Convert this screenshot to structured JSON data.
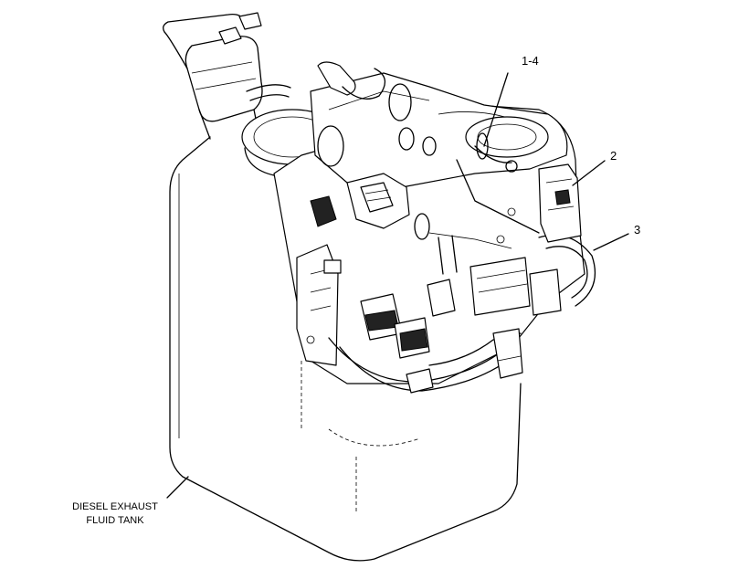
{
  "callouts": [
    {
      "id": "callout-1-4",
      "text": "1-4"
    },
    {
      "id": "callout-2",
      "text": "2"
    },
    {
      "id": "callout-3",
      "text": "3"
    }
  ],
  "tank_label": {
    "line1": "DIESEL EXHAUST",
    "line2": "FLUID TANK"
  }
}
